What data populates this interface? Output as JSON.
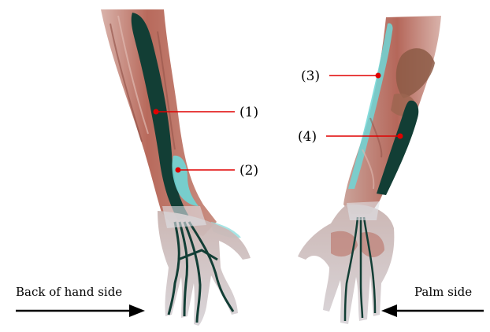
{
  "figure": {
    "markers": [
      {
        "label": "(1)"
      },
      {
        "label": "(2)"
      },
      {
        "label": "(3)"
      },
      {
        "label": "(4)"
      }
    ],
    "sides": {
      "back": "Back of hand side",
      "palm": "Palm side"
    },
    "colors": {
      "muscle": "#b86a5c",
      "muscle_light": "#d39a8c",
      "tendon_dark": "#123e35",
      "highlight_cyan": "#6fd6d6",
      "skin_translucent": "#cfd6dc",
      "leader_line": "#e00000",
      "arrow": "#000000"
    }
  }
}
